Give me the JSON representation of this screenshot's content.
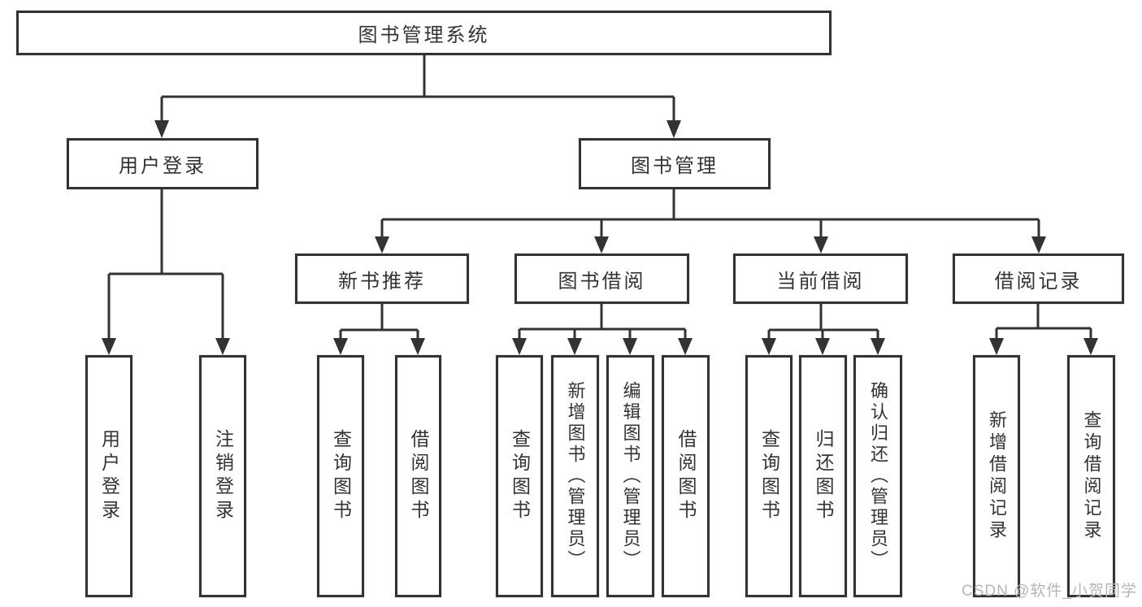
{
  "diagram_type": "hierarchy-tree",
  "watermark": "CSDN @软件_小贺同学",
  "colors": {
    "background": "#ffffff",
    "box_fill": "#ffffff",
    "box_border": "#333333",
    "line": "#333333",
    "text": "#333333",
    "watermark": "#b6b6b6"
  },
  "tree": {
    "label": "图书管理系统",
    "children": [
      {
        "label": "用户登录",
        "children": [
          {
            "label": "用户登录"
          },
          {
            "label": "注销登录"
          }
        ]
      },
      {
        "label": "图书管理",
        "children": [
          {
            "label": "新书推荐",
            "children": [
              {
                "label": "查询图书"
              },
              {
                "label": "借阅图书"
              }
            ]
          },
          {
            "label": "图书借阅",
            "children": [
              {
                "label": "查询图书"
              },
              {
                "label": "新增图书（管理员）"
              },
              {
                "label": "编辑图书（管理员）"
              },
              {
                "label": "借阅图书"
              }
            ]
          },
          {
            "label": "当前借阅",
            "children": [
              {
                "label": "查询图书"
              },
              {
                "label": "归还图书"
              },
              {
                "label": "确认归还（管理员）"
              }
            ]
          },
          {
            "label": "借阅记录",
            "children": [
              {
                "label": "新增借阅记录"
              },
              {
                "label": "查询借阅记录"
              }
            ]
          }
        ]
      }
    ]
  }
}
